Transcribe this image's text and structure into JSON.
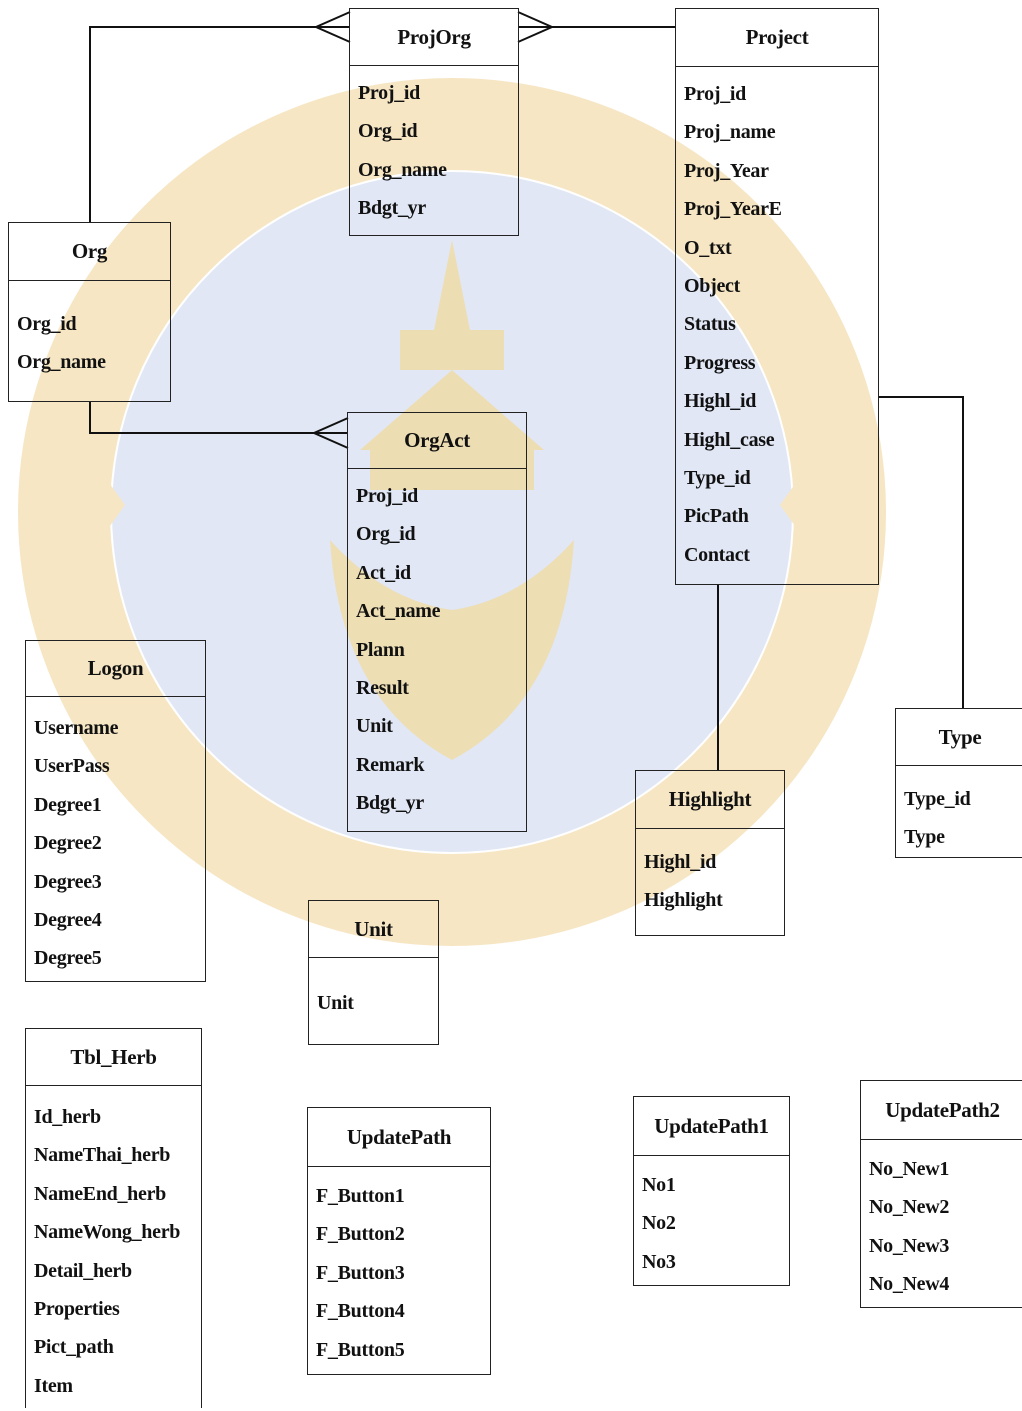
{
  "diagram": {
    "entities": {
      "projorg": {
        "title": "ProjOrg",
        "fields": [
          "Proj_id",
          "Org_id",
          "Org_name",
          "Bdgt_yr"
        ]
      },
      "project": {
        "title": "Project",
        "fields": [
          "Proj_id",
          "Proj_name",
          "Proj_Year",
          "Proj_YearE",
          "O_txt",
          "Object",
          "Status",
          "Progress",
          "Highl_id",
          "Highl_case",
          "Type_id",
          "PicPath",
          "Contact"
        ]
      },
      "org": {
        "title": "Org",
        "fields": [
          "Org_id",
          "Org_name"
        ]
      },
      "orgact": {
        "title": "OrgAct",
        "fields": [
          "Proj_id",
          "Org_id",
          "Act_id",
          "Act_name",
          "Plann",
          "Result",
          "Unit",
          "Remark",
          "Bdgt_yr"
        ]
      },
      "logon": {
        "title": "Logon",
        "fields": [
          "Username",
          "UserPass",
          "Degree1",
          "Degree2",
          "Degree3",
          "Degree4",
          "Degree5"
        ]
      },
      "unit": {
        "title": "Unit",
        "fields": [
          "Unit"
        ]
      },
      "highlight": {
        "title": "Highlight",
        "fields": [
          "Highl_id",
          "Highlight"
        ]
      },
      "type": {
        "title": "Type",
        "fields": [
          "Type_id",
          "Type"
        ]
      },
      "tbl_herb": {
        "title": "Tbl_Herb",
        "fields": [
          "Id_herb",
          "NameThai_herb",
          "NameEnd_herb",
          "NameWong_herb",
          "Detail_herb",
          "Properties",
          "Pict_path",
          "Item"
        ]
      },
      "updatepath": {
        "title": "UpdatePath",
        "fields": [
          "F_Button1",
          "F_Button2",
          "F_Button3",
          "F_Button4",
          "F_Button5"
        ]
      },
      "updatepath1": {
        "title": "UpdatePath1",
        "fields": [
          "No1",
          "No2",
          "No3"
        ]
      },
      "updatepath2": {
        "title": "UpdatePath2",
        "fields": [
          "No_New1",
          "No_New2",
          "No_New3",
          "No_New4"
        ]
      }
    },
    "relationships": [
      {
        "from": "org",
        "to": "projorg",
        "cardinality": "one-to-many"
      },
      {
        "from": "project",
        "to": "projorg",
        "cardinality": "one-to-many"
      },
      {
        "from": "org",
        "to": "orgact",
        "cardinality": "one-to-many"
      },
      {
        "from": "project",
        "to": "highlight",
        "cardinality": "one-to-one"
      },
      {
        "from": "project",
        "to": "type",
        "cardinality": "one-to-one"
      }
    ]
  },
  "watermark": {
    "color_ring": "#f6e6c4",
    "color_center": "#c9d3ec",
    "color_emblem": "#f0dca8"
  }
}
